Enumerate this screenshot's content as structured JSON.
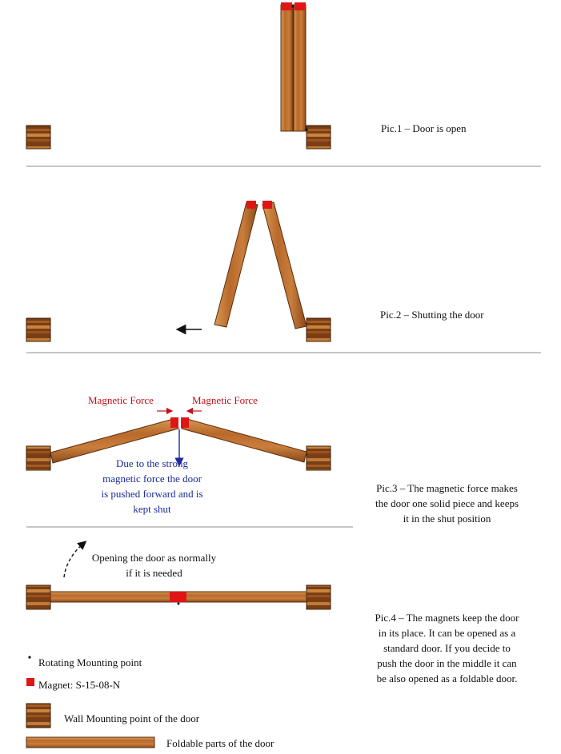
{
  "colors": {
    "wood": "#b8692b",
    "wood_light": "#d89a55",
    "wood_dark": "#6b3510",
    "magnet": "#e01616",
    "divider": "#8c8c8c",
    "magnetic_force_text": "#c0121b",
    "push_text": "#1a2a9a"
  },
  "panels": [
    {
      "id": "pic1",
      "caption": "Pic.1 – Door is open"
    },
    {
      "id": "pic2",
      "caption": "Pic.2 – Shutting the door"
    },
    {
      "id": "pic3",
      "caption": [
        "Pic.3 – The magnetic force makes",
        "the door one solid piece and keeps",
        "it in the shut position"
      ],
      "force_label_left": "Magnetic Force",
      "force_label_right": "Magnetic Force",
      "push_note": [
        "Due to the strong",
        "magnetic force the door",
        "is pushed forward and is",
        "kept shut"
      ]
    },
    {
      "id": "pic4",
      "caption": [
        "Pic.4 – The magnets keep the door",
        "in its place. It can be opened as a",
        "standard door. If you decide to",
        "push the door in the middle it can",
        "be also opened as a foldable door."
      ],
      "opening_note": [
        "Opening the door as normally",
        "if it is needed"
      ]
    }
  ],
  "legend": [
    {
      "symbol": "rotating-point",
      "label": "Rotating Mounting point"
    },
    {
      "symbol": "magnet",
      "label": "Magnet: S-15-08-N"
    },
    {
      "symbol": "wall-block",
      "label": "Wall Mounting point of the door"
    },
    {
      "symbol": "door-plank",
      "label": "Foldable parts of the door"
    }
  ]
}
